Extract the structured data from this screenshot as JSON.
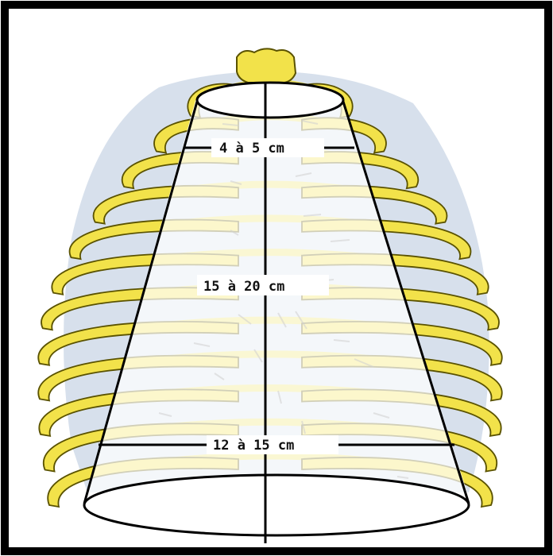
{
  "diagram": {
    "title": "",
    "measurements": {
      "top_width": "4 à 5 cm",
      "height": "15 à 20 cm",
      "bottom_width": "12 à 15 cm"
    },
    "colors": {
      "frame": "#000000",
      "rib_fill": "#f2e24a",
      "rib_stroke": "#5a5200",
      "lung_space": "#c9d6e6",
      "cone_line": "#000000",
      "background": "#ffffff"
    }
  }
}
